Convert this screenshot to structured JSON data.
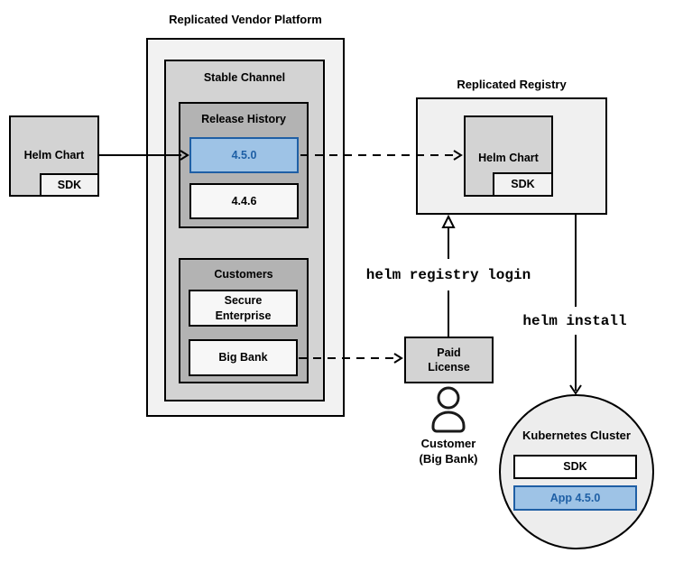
{
  "diagram": {
    "vendor_platform": {
      "title": "Replicated Vendor Platform",
      "stable_channel": {
        "title": "Stable Channel",
        "release_history": {
          "title": "Release History",
          "releases": [
            {
              "version": "4.5.0",
              "highlighted": true
            },
            {
              "version": "4.4.6",
              "highlighted": false
            }
          ]
        },
        "customers": {
          "title": "Customers",
          "items": [
            {
              "name": "Secure\nEnterprise"
            },
            {
              "name": "Big Bank"
            }
          ]
        }
      }
    },
    "helm_chart_source": {
      "label": "Helm Chart",
      "sdk_label": "SDK"
    },
    "registry": {
      "title": "Replicated Registry",
      "helm_chart_label": "Helm Chart",
      "sdk_label": "SDK"
    },
    "paid_license": {
      "label": "Paid\nLicense"
    },
    "customer": {
      "label": "Customer\n(Big Bank)"
    },
    "kubernetes": {
      "title": "Kubernetes Cluster",
      "sdk_label": "SDK",
      "app_label": "App 4.5.0"
    },
    "commands": {
      "registry_login": "helm registry login",
      "install": "helm install"
    },
    "colors": {
      "highlight_fill": "#9ec3e6",
      "highlight_stroke": "#1f5fa5",
      "highlight_text": "#1e5fa5",
      "box_border": "#000000",
      "platform_fill": "#f2f2f2",
      "channel_fill": "#d3d3d3",
      "group_fill": "#b3b3b3"
    }
  }
}
